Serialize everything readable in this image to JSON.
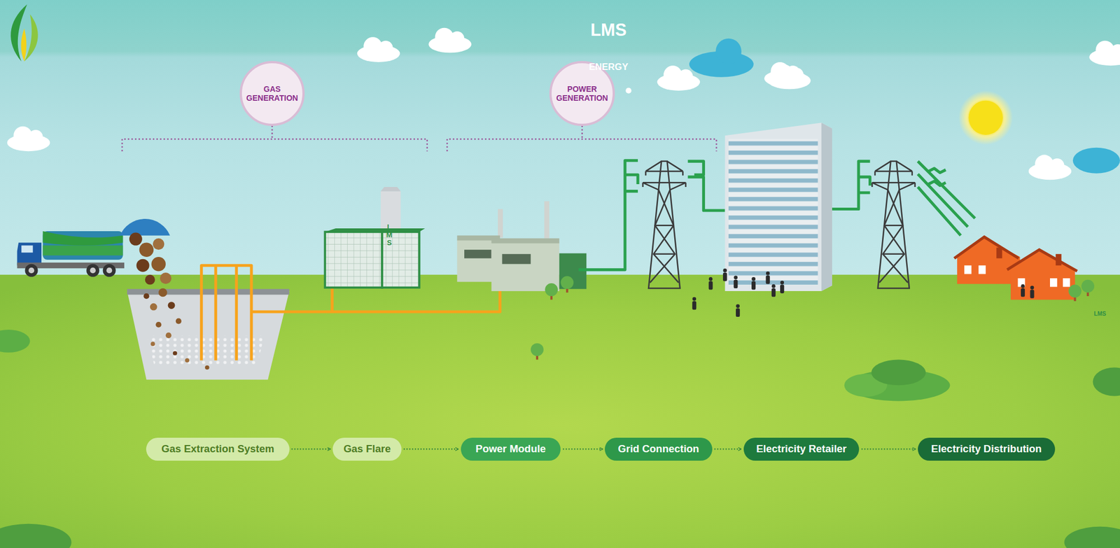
{
  "diagram": {
    "nodes": [
      {
        "text": [
          "GAS GENERATION"
        ]
      },
      {
        "text": [
          "POWER GENERATION"
        ]
      },
      {
        "text": [
          "Gas Extraction System"
        ]
      },
      {
        "text": [
          "Gas Flare"
        ]
      },
      {
        "text": [
          "Power Module"
        ]
      },
      {
        "text": [
          "Grid Connection"
        ]
      },
      {
        "text": [
          "Electricity Retailer"
        ]
      },
      {
        "text": [
          "Electricity Distribution"
        ]
      }
    ],
    "edges": [
      {
        "from": 2,
        "to": 3,
        "arrow": "to"
      },
      {
        "from": 3,
        "to": 4,
        "arrow": "to"
      },
      {
        "from": 4,
        "to": 5,
        "arrow": "to"
      },
      {
        "from": 5,
        "to": 6,
        "arrow": "to"
      },
      {
        "from": 6,
        "to": 7,
        "arrow": "to"
      }
    ],
    "labels": [
      "LMS",
      "ENERGY",
      "LMS",
      "LMS"
    ]
  }
}
